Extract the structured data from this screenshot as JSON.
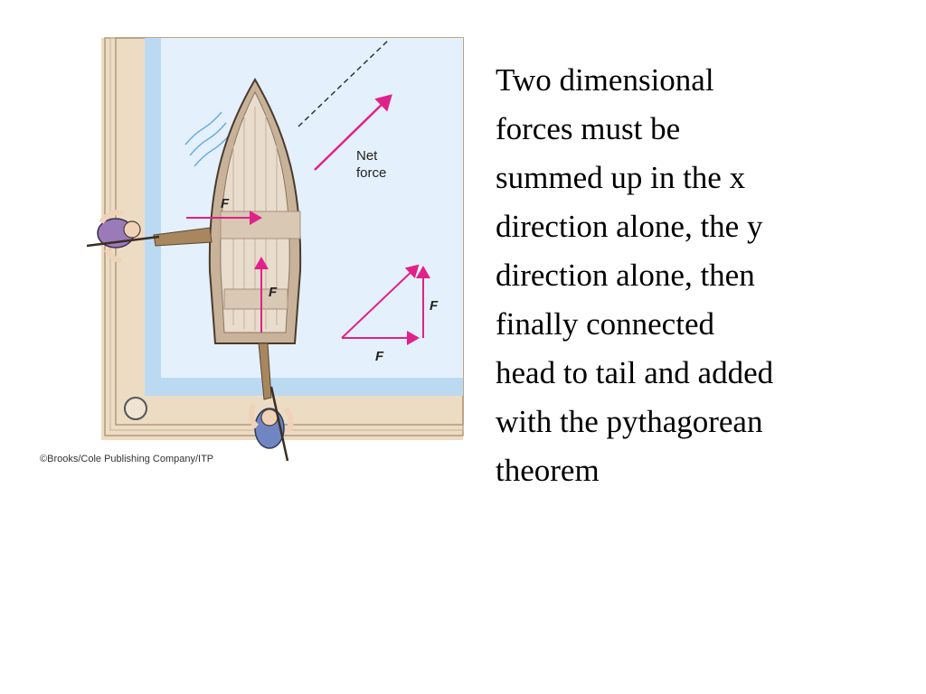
{
  "slide": {
    "body": "Two dimensional\nforces must be\nsummed up in the x\ndirection alone, the y\ndirection alone, then\nfinally connected\nhead to tail and added\nwith the pythagorean\ntheorem"
  },
  "figure": {
    "net_force_label_line1": "Net",
    "net_force_label_line2": "force",
    "force_label": "F",
    "credit": "©Brooks/Cole Publishing Company/ITP"
  },
  "colors": {
    "arrow": "#e0218a",
    "water": "#e4f0fb",
    "water_edge": "#bcd9f2",
    "dock": "#ecdcc4",
    "dock_line": "#b49a78",
    "boat_hull": "#c8b29a",
    "boat_inner": "#e8dccd"
  }
}
